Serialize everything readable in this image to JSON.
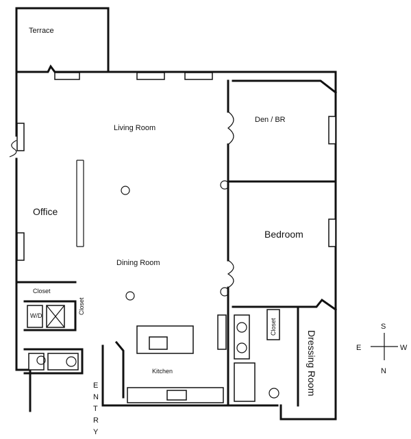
{
  "rooms": {
    "terrace": "Terrace",
    "den": "Den / BR",
    "living": "Living Room",
    "office": "Office",
    "dining": "Dining Room",
    "bedroom": "Bedroom",
    "closet_left": "Closet",
    "closet_left_vertical": "Closet",
    "closet_right": "Closet",
    "wd": "W/D",
    "kitchen": "Kitchen",
    "dressing": "Dressing Room",
    "entry": [
      "E",
      "N",
      "T",
      "R",
      "Y"
    ]
  },
  "compass": {
    "n": "N",
    "s": "S",
    "e": "E",
    "w": "W"
  }
}
